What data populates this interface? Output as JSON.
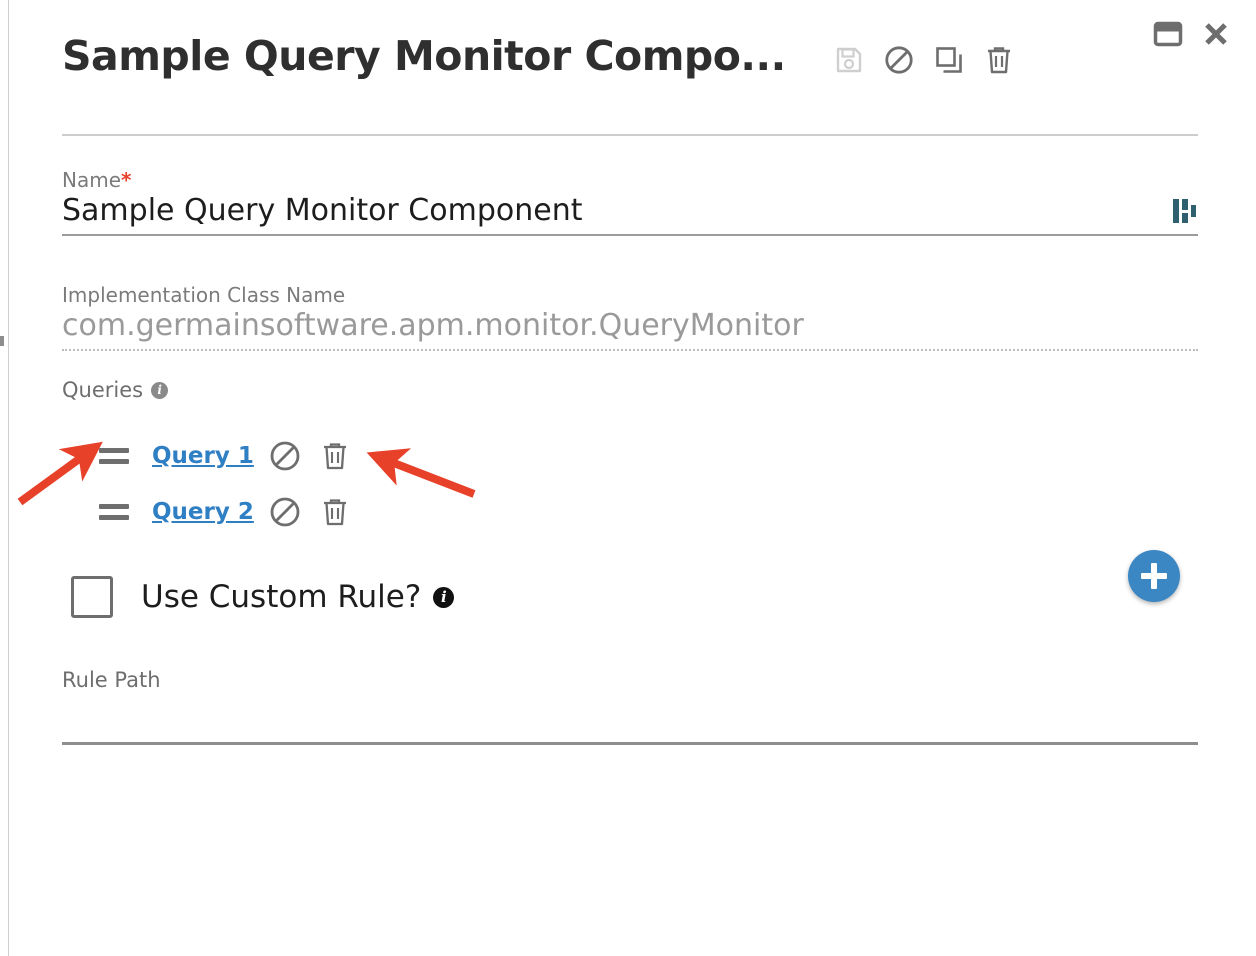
{
  "window": {
    "restore_icon": "window-restore-icon",
    "close_icon": "close-icon"
  },
  "header": {
    "title": "Sample Query Monitor Compo...",
    "actions": [
      {
        "name": "save-icon",
        "label": "Save",
        "state": "disabled"
      },
      {
        "name": "cancel-icon",
        "label": "Cancel",
        "state": "enabled"
      },
      {
        "name": "duplicate-icon",
        "label": "Duplicate",
        "state": "enabled"
      },
      {
        "name": "delete-icon",
        "label": "Delete",
        "state": "enabled"
      }
    ]
  },
  "form": {
    "name_field": {
      "label": "Name",
      "required_marker": "*",
      "value": "Sample Query Monitor Component",
      "suffix_icon": "bar-chart-icon"
    },
    "impl_field": {
      "label": "Implementation Class Name",
      "value": "com.germainsoftware.apm.monitor.QueryMonitor",
      "readonly": true
    },
    "queries": {
      "label": "Queries",
      "info_tooltip": "i",
      "add_button_label": "+",
      "items": [
        {
          "label": "Query 1",
          "drag_handle": "drag-handle-icon",
          "disable_icon": "disable-icon",
          "delete_icon": "trash-icon"
        },
        {
          "label": "Query 2",
          "drag_handle": "drag-handle-icon",
          "disable_icon": "disable-icon",
          "delete_icon": "trash-icon"
        }
      ]
    },
    "custom_rule": {
      "label": "Use Custom Rule?",
      "info_tooltip": "i",
      "checked": false
    },
    "rule_path": {
      "label": "Rule Path",
      "value": ""
    }
  },
  "annotations": {
    "arrow_color": "#e8412a",
    "arrows": [
      {
        "name": "annotation-arrow-drag-handle",
        "points_to": "drag-handle-icon"
      },
      {
        "name": "annotation-arrow-row-actions",
        "points_to": "trash-icon"
      }
    ]
  },
  "colors": {
    "accent_blue": "#3b87c4",
    "link_blue": "#2f7fc4",
    "required_red": "#e8412a",
    "icon_gray": "#6e6e6e",
    "suffix_icon_teal": "#2e6070"
  }
}
